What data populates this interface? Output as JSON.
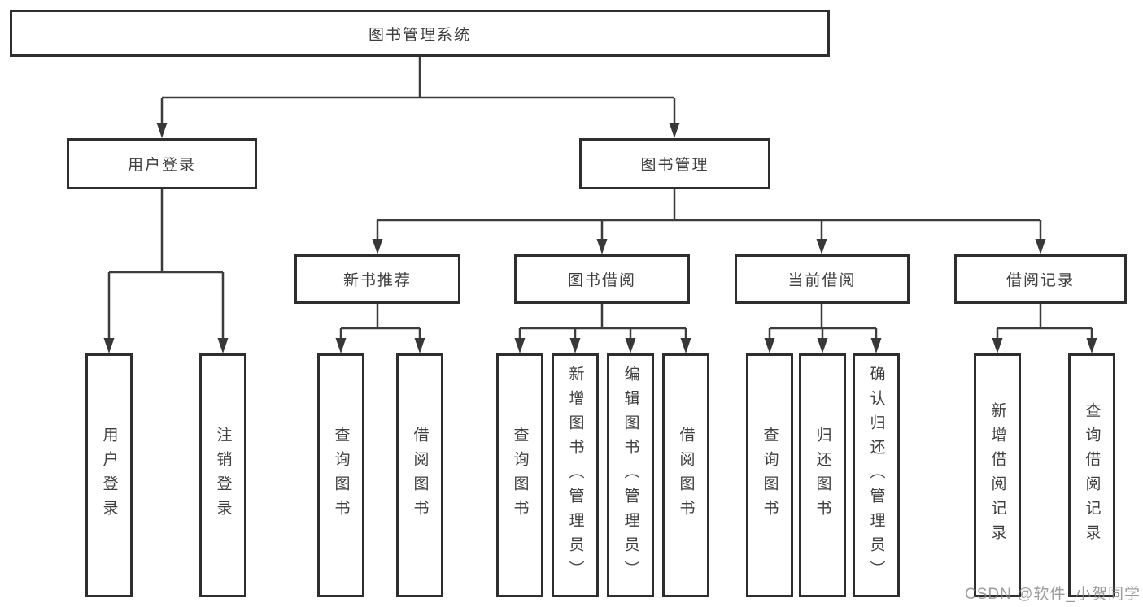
{
  "root": {
    "label": "图书管理系统"
  },
  "login": {
    "label": "用户登录",
    "leaves": [
      "用户登录",
      "注销登录"
    ]
  },
  "management": {
    "label": "图书管理"
  },
  "sections": [
    {
      "label": "新书推荐",
      "leaves": [
        "查询图书",
        "借阅图书"
      ]
    },
    {
      "label": "图书借阅",
      "leaves": [
        "查询图书",
        "新增图书（管理员）",
        "编辑图书（管理员）",
        "借阅图书"
      ]
    },
    {
      "label": "当前借阅",
      "leaves": [
        "查询图书",
        "归还图书",
        "确认归还（管理员）"
      ]
    },
    {
      "label": "借阅记录",
      "leaves": [
        "新增借阅记录",
        "查询借阅记录"
      ]
    }
  ],
  "watermark": "CSDN @软件_小贺同学",
  "colors": {
    "background": "#ffffff",
    "line": "#3c3c3c",
    "arrow_fill": "#383838",
    "box_border": "#2e2e2e",
    "text": "#3f3f3f",
    "watermark": "#808080"
  }
}
